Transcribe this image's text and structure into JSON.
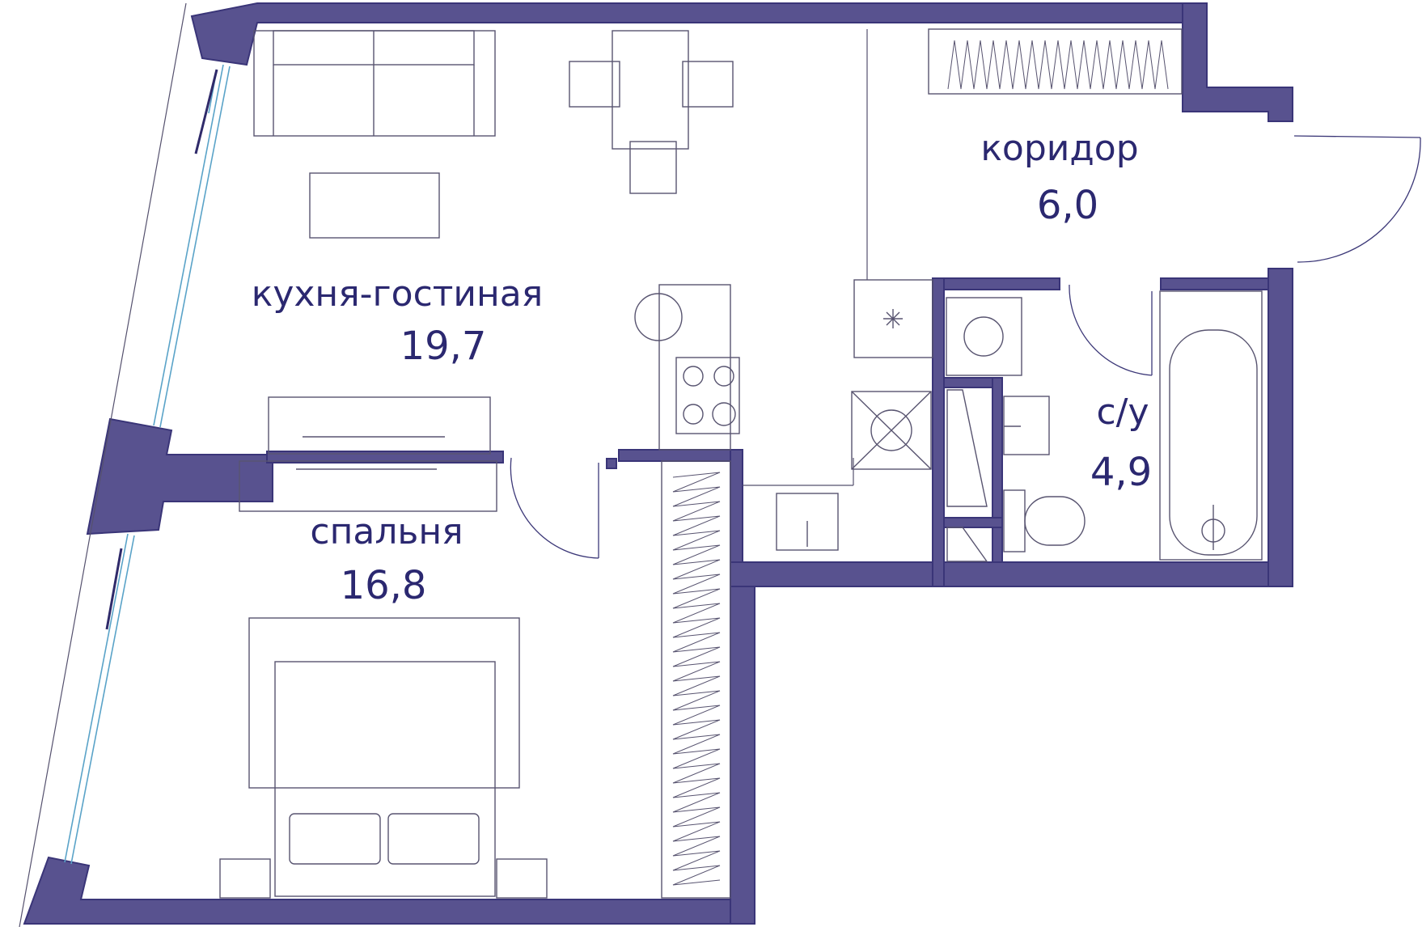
{
  "colors": {
    "wall": "#58528f",
    "label": "#2b2870",
    "window": "#5aa3c8"
  },
  "rooms": [
    {
      "id": "kitchen-living",
      "name": "кухня-гостиная",
      "area": "19,7"
    },
    {
      "id": "bedroom",
      "name": "спальня",
      "area": "16,8"
    },
    {
      "id": "corridor",
      "name": "коридор",
      "area": "6,0"
    },
    {
      "id": "bathroom",
      "name": "с/у",
      "area": "4,9"
    }
  ]
}
